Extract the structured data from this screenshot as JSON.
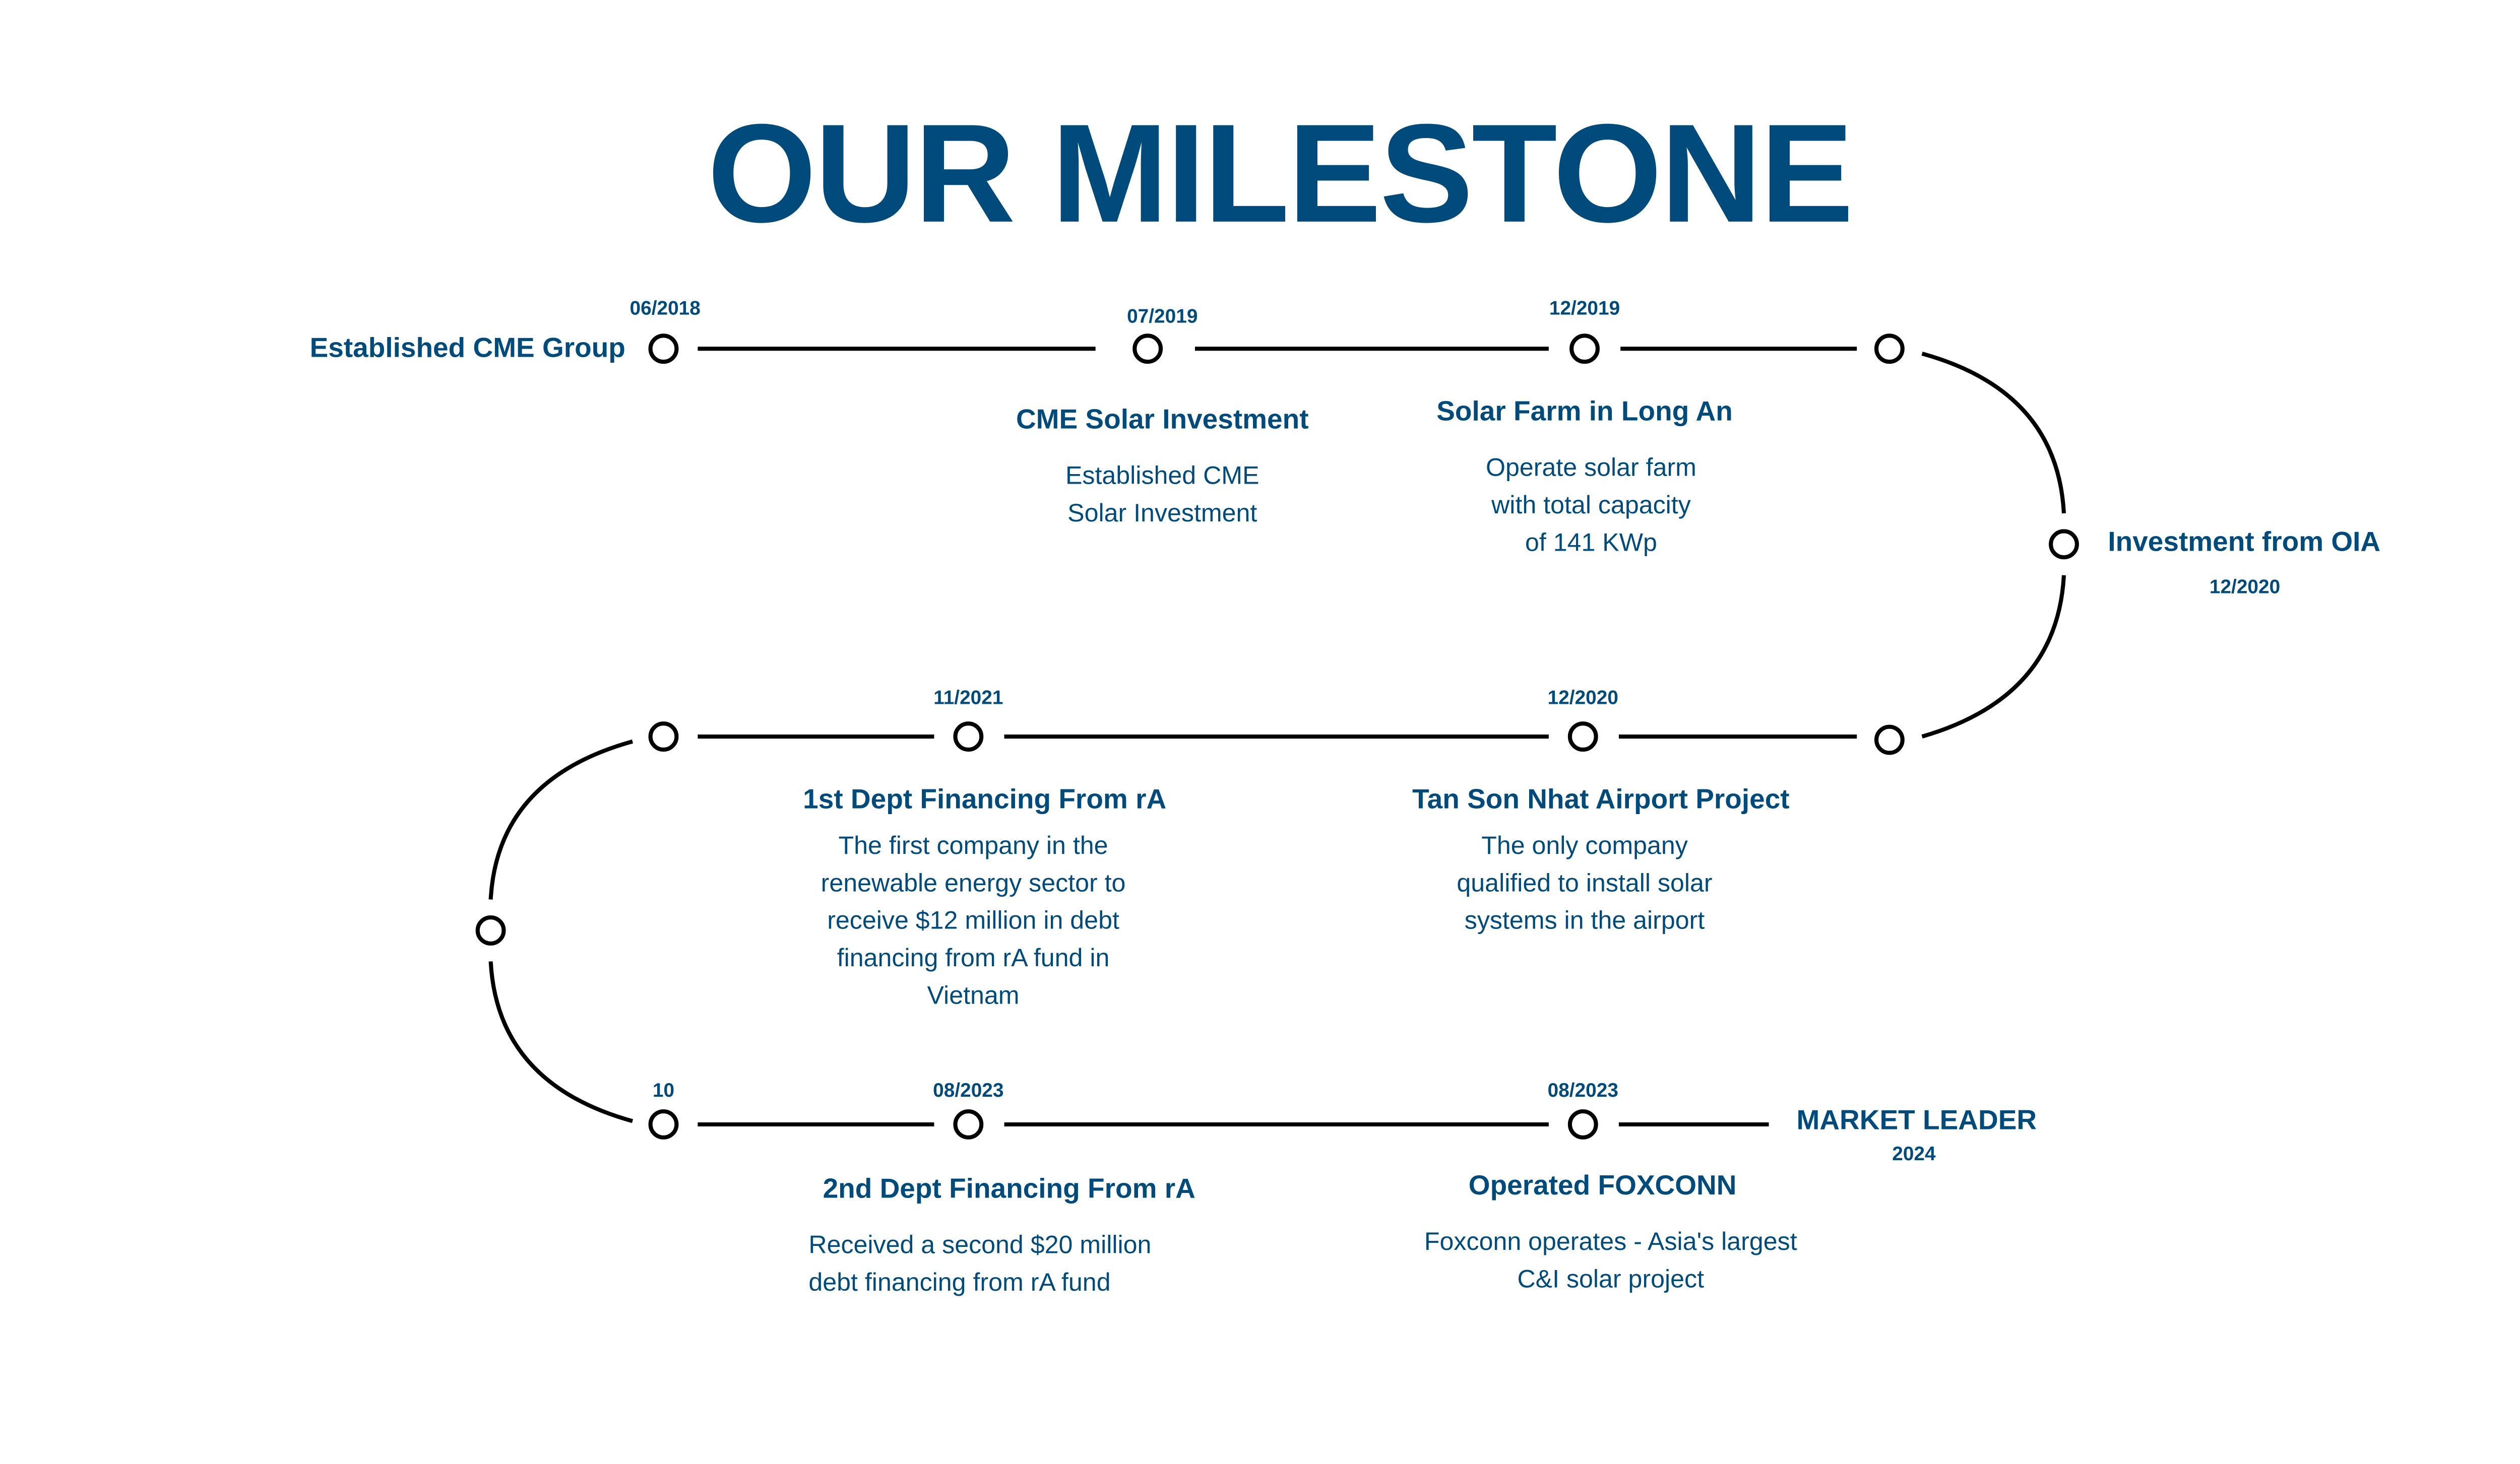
{
  "title": "OUR MILESTONE",
  "milestones": [
    {
      "date": "06/2018",
      "heading": "Established  CME Group"
    },
    {
      "date": "07/2019",
      "heading": "CME Solar Investment",
      "body": [
        "Established CME",
        "Solar Investment"
      ]
    },
    {
      "date": "12/2019",
      "heading": "Solar Farm in Long An",
      "body": [
        "Operate solar farm",
        "with total capacity",
        "of 141 KWp"
      ]
    },
    {
      "date": "12/2020",
      "heading": "Investment from OIA"
    },
    {
      "date": "12/2020",
      "heading": "Tan Son Nhat Airport Project",
      "body": [
        "The only company",
        "qualified to install solar",
        "systems in the airport"
      ]
    },
    {
      "date": "11/2021",
      "heading": "1st Dept Financing From rA",
      "body": [
        "The first company in the",
        "renewable energy sector to",
        "receive $12 million in debt",
        "financing from rA fund in",
        "Vietnam"
      ]
    },
    {
      "date": "10"
    },
    {
      "date": "08/2023",
      "heading": "2nd Dept Financing From rA",
      "body": [
        "Received a second $20 million",
        "debt financing from rA fund"
      ]
    },
    {
      "date": "08/2023",
      "heading": "Operated FOXCONN",
      "body": [
        "Foxconn operates - Asia's largest",
        "C&I solar project"
      ]
    },
    {
      "date": "2024",
      "heading": "MARKET LEADER"
    }
  ],
  "colors": {
    "text": "#004b7c",
    "line": "#000000"
  }
}
